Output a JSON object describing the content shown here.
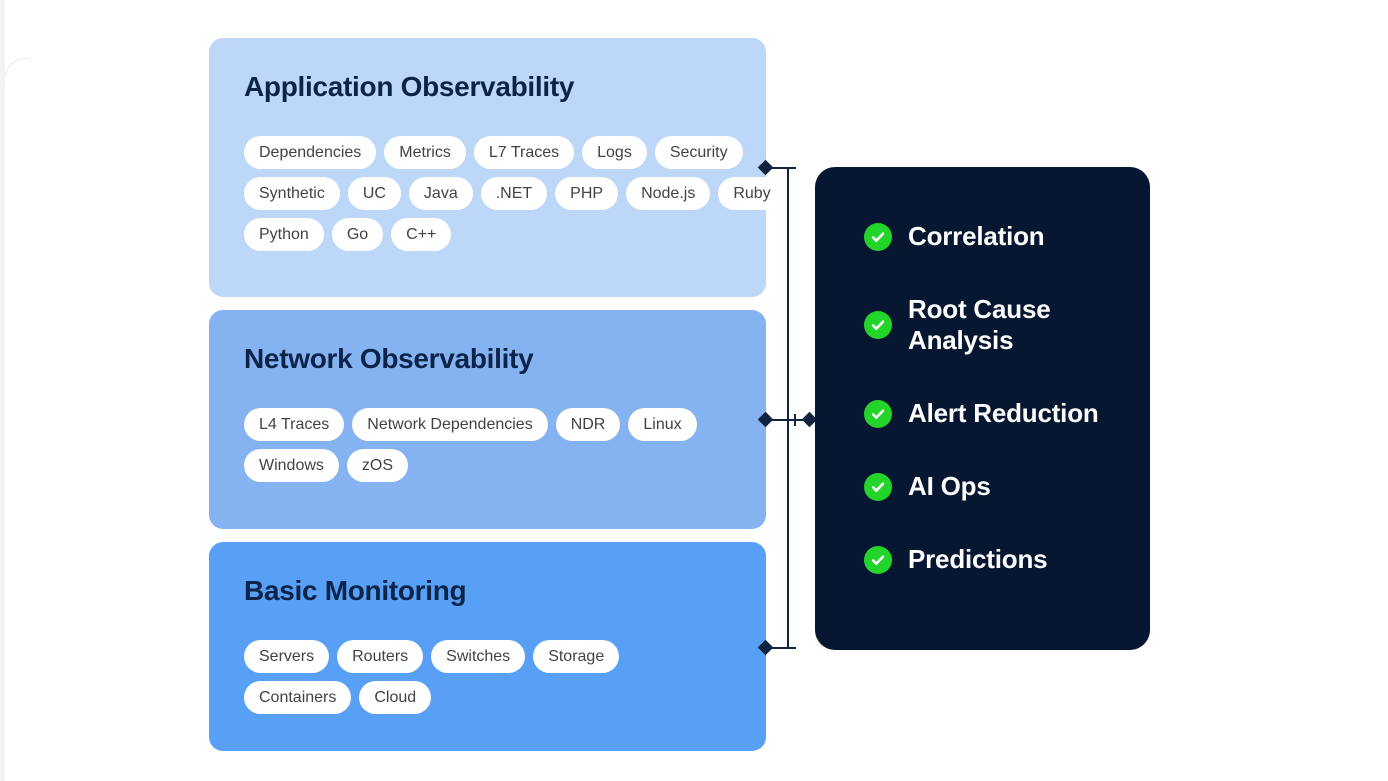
{
  "colors": {
    "card_application_bg": "#bdd7f8",
    "card_network_bg": "#85b3f2",
    "card_basic_bg": "#57a0f6",
    "panel_bg": "#071731",
    "card_title_text": "#0b2448",
    "pill_bg": "#ffffff",
    "pill_text": "#3f4347",
    "panel_text": "#fdfdfe",
    "check_green": "#23d42a",
    "connector": "#10233f"
  },
  "cards": [
    {
      "title": "Application Observability",
      "tags": [
        "Dependencies",
        "Metrics",
        "L7 Traces",
        "Logs",
        "Security",
        "Synthetic",
        "UC",
        "Java",
        ".NET",
        "PHP",
        "Node.js",
        "Ruby",
        "Python",
        "Go",
        "C++"
      ]
    },
    {
      "title": "Network Observability",
      "tags": [
        "L4 Traces",
        "Network Dependencies",
        "NDR",
        "Linux",
        "Windows",
        "zOS"
      ]
    },
    {
      "title": "Basic Monitoring",
      "tags": [
        "Servers",
        "Routers",
        "Switches",
        "Storage",
        "Containers",
        "Cloud"
      ]
    }
  ],
  "panel": {
    "items": [
      "Correlation",
      "Root Cause Analysis",
      "Alert Reduction",
      "AI Ops",
      "Predictions"
    ]
  }
}
